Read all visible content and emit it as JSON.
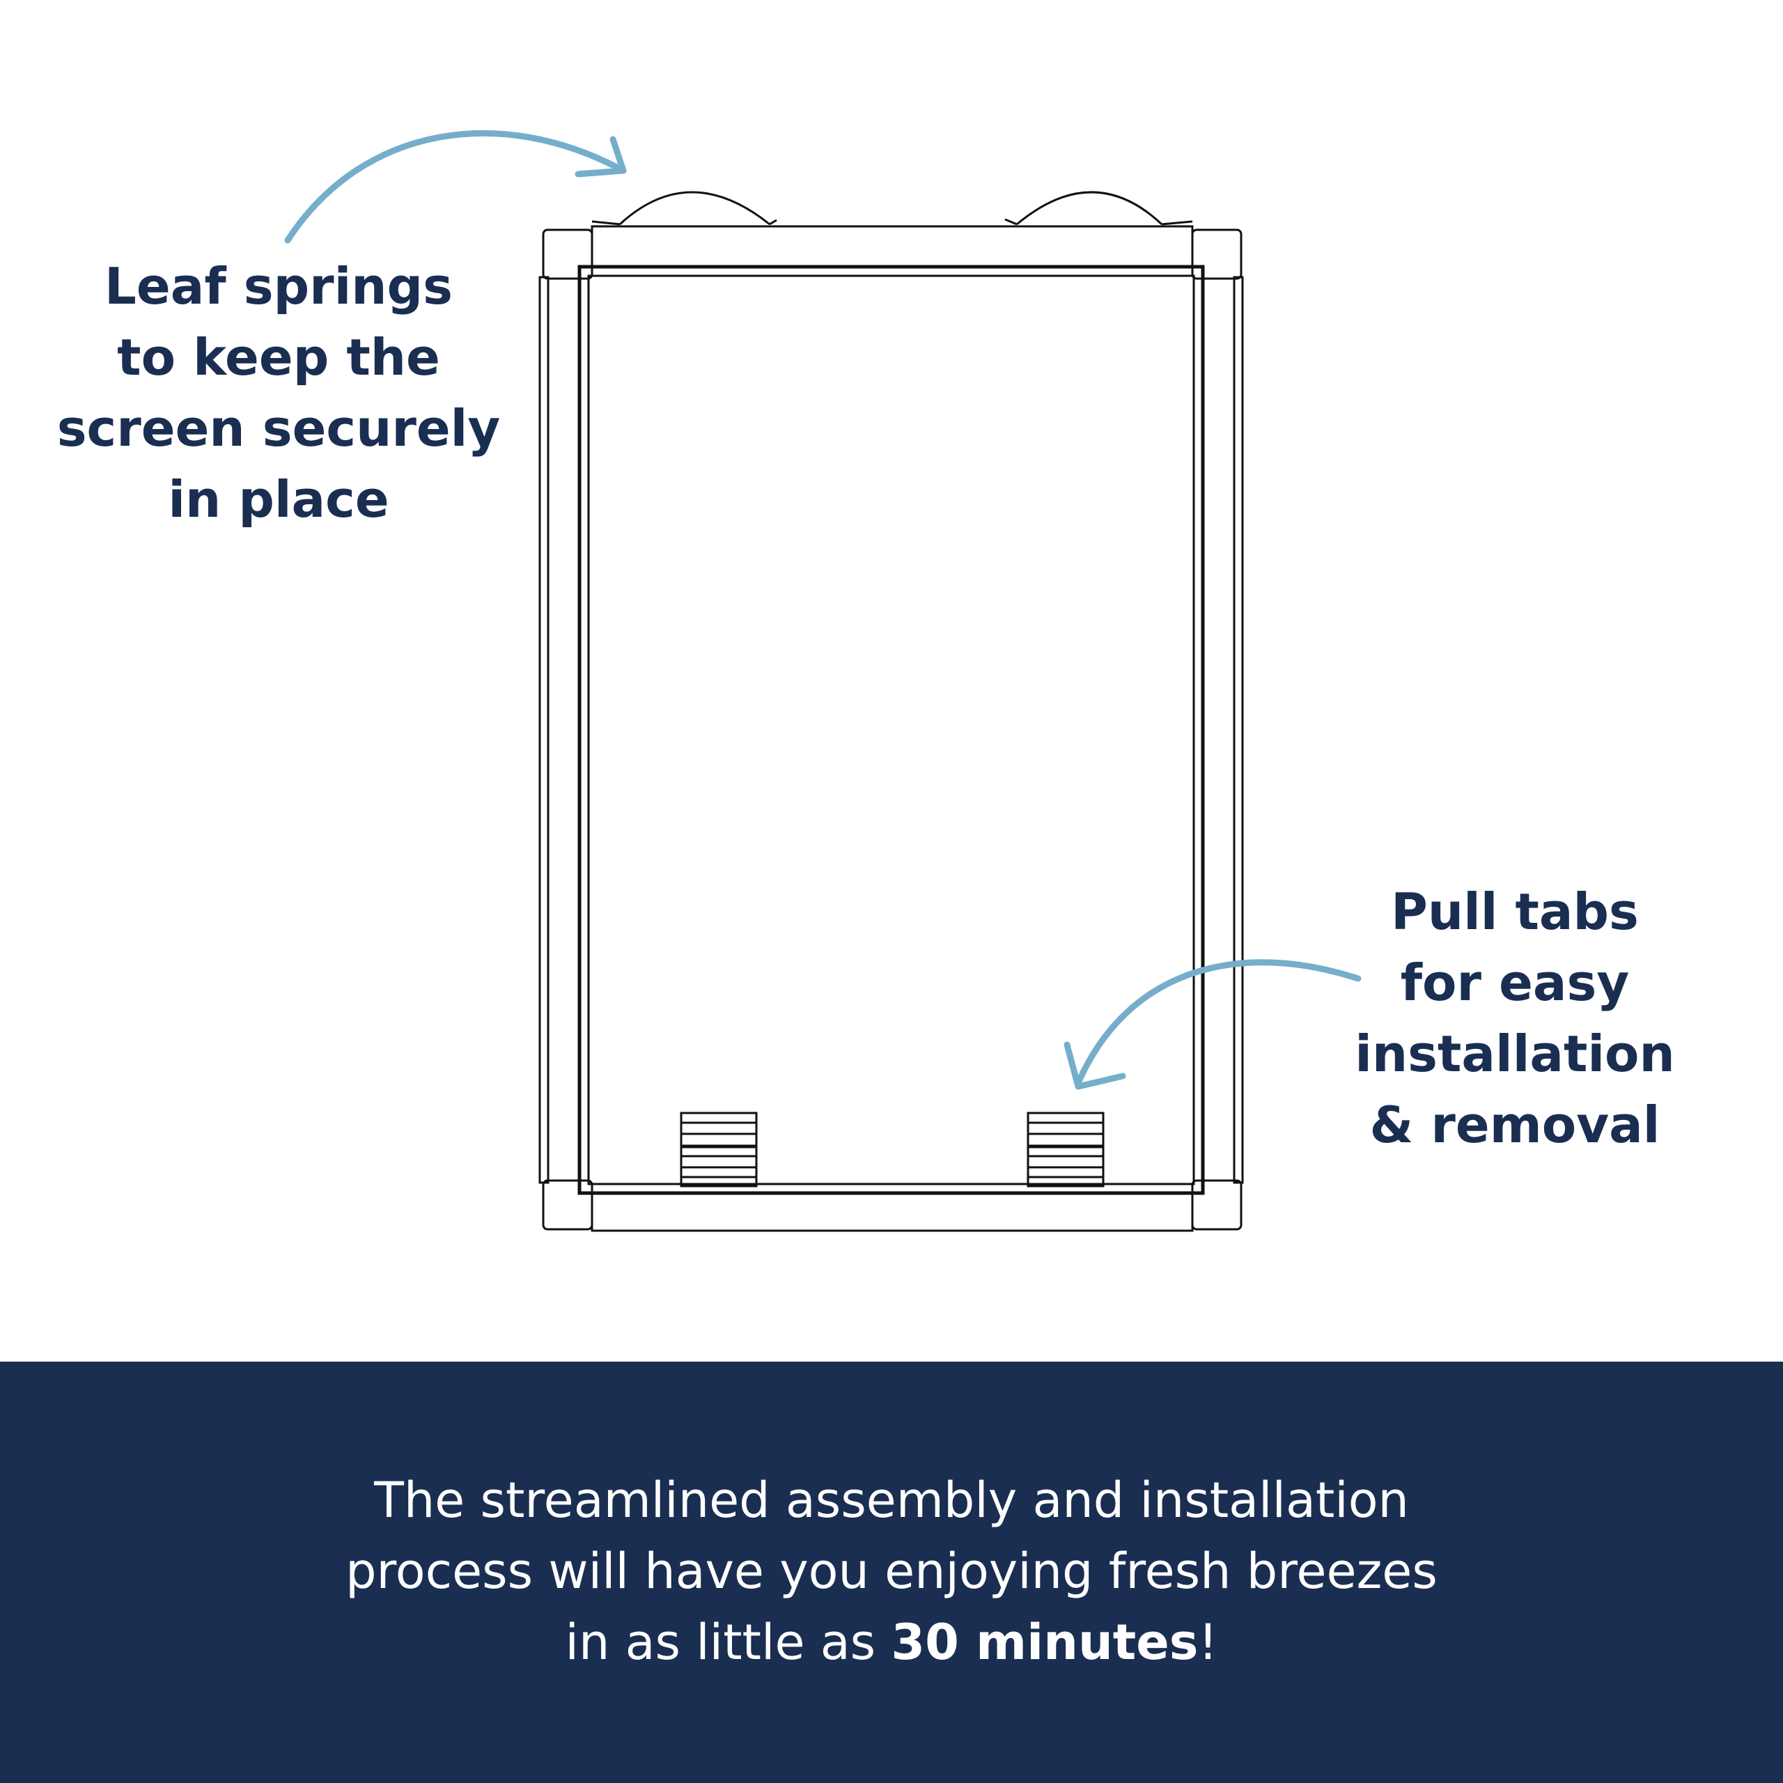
{
  "callouts": {
    "leaf_springs": [
      "Leaf springs",
      "to keep the",
      "screen securely",
      "in place"
    ],
    "pull_tabs": [
      "Pull tabs",
      "for easy",
      "installation",
      "& removal"
    ]
  },
  "footer": {
    "line1": "The streamlined assembly and installation",
    "line2": "process will have you enjoying fresh breezes",
    "line3_prefix": "in as little as ",
    "line3_bold": "30 minutes",
    "line3_suffix": "!"
  },
  "colors": {
    "navy": "#1a2e52",
    "arrow_blue": "#75aecb",
    "line_black": "#111111",
    "background": "#ffffff"
  }
}
